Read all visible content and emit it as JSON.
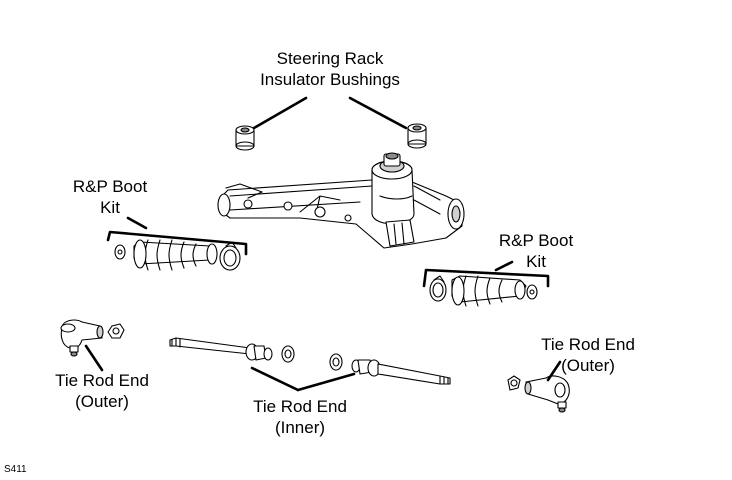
{
  "labels": {
    "bushings": [
      "Steering Rack",
      "Insulator Bushings"
    ],
    "boot_left": [
      "R&P Boot",
      "Kit"
    ],
    "boot_right": [
      "R&P Boot",
      "Kit"
    ],
    "tie_outer_left": [
      "Tie Rod End",
      "(Outer)"
    ],
    "tie_outer_right": [
      "Tie Rod End",
      "(Outer)"
    ],
    "tie_inner": [
      "Tie Rod End",
      "(Inner)"
    ]
  },
  "figure_ref": "S411",
  "colors": {
    "line": "#000000",
    "shade": "#d0d0d0",
    "dark": "#8c8c8c",
    "background": "#ffffff"
  }
}
